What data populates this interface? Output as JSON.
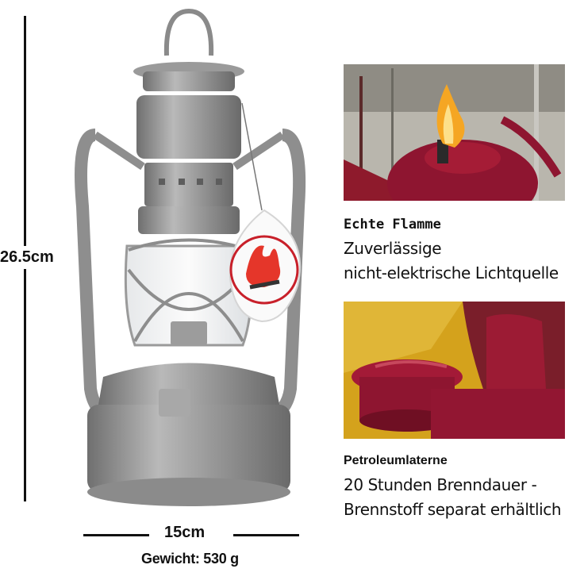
{
  "dimensions": {
    "height": "26.5cm",
    "width": "15cm",
    "weight": "Gewicht: 530 g"
  },
  "features": [
    {
      "title": "Echte Flamme",
      "lines": [
        "Zuverlässige",
        "nicht-elektrische Lichtquelle"
      ]
    },
    {
      "title": "Petroleumlaterne",
      "lines": [
        "20 Stunden Brenndauer -",
        "Brennstoff separat erhältlich"
      ]
    }
  ],
  "colors": {
    "lantern": "#8c8c8c",
    "accent_red": "#8e1530",
    "flame": "#f5a623"
  },
  "icons": {
    "tag": "flame-hand-logo"
  }
}
